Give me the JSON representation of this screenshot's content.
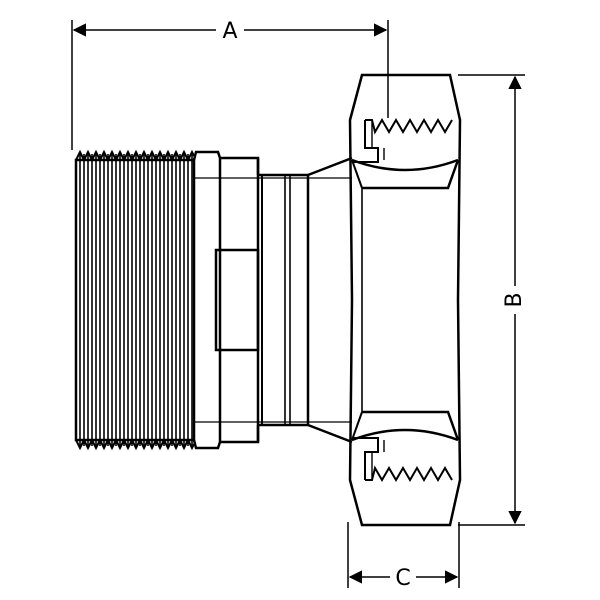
{
  "dimensions": {
    "A": "A",
    "B": "B",
    "C": "C"
  },
  "colors": {
    "line": "#000000",
    "background": "#ffffff"
  }
}
